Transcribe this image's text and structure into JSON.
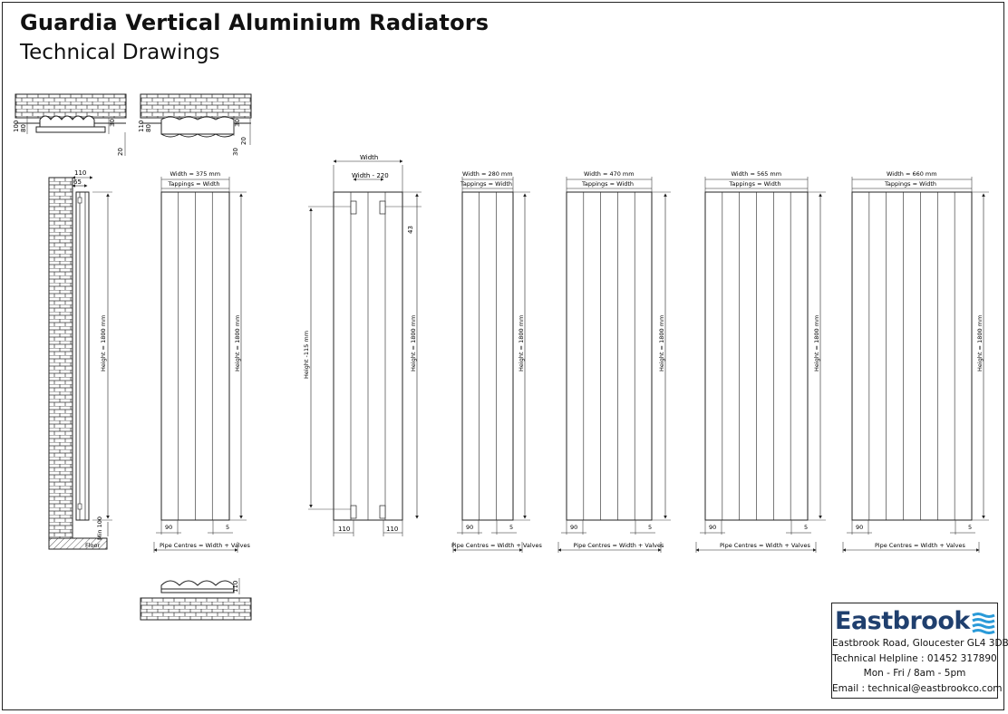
{
  "header": {
    "title": "Guardia Vertical Aluminium Radiators",
    "subtitle": "Technical Drawings"
  },
  "plan_views": {
    "left_dims": [
      "100",
      "80",
      "30",
      "20"
    ],
    "right_dims": [
      "110",
      "80",
      "30",
      "20",
      "30"
    ],
    "bottom_dim": "110"
  },
  "side_view": {
    "depth_outer": "110",
    "depth_inner": "65",
    "height_label": "Height = 1800 mm",
    "min_label": "Min 100",
    "floor_label": "Floor"
  },
  "pipe_view": {
    "width_label": "Width",
    "inner_label": "Width - 220",
    "tapping_height": "Height -115 mm",
    "offset": "43",
    "height_label": "Height = 1800 mm",
    "left_dim": "110",
    "right_dim": "110"
  },
  "elevations": [
    {
      "width_label": "Width = 375 mm",
      "tappings": "Tappings = Width",
      "height_label": "Height = 1800 mm",
      "dim_a": "90",
      "dim_b": "5",
      "pipe": "Pipe Centres = Width + Valves"
    },
    {
      "width_label": "Width = 280 mm",
      "tappings": "Tappings = Width",
      "height_label": "Height = 1800 mm",
      "dim_a": "90",
      "dim_b": "5",
      "pipe": "Pipe Centres = Width + Valves"
    },
    {
      "width_label": "Width = 470 mm",
      "tappings": "Tappings = Width",
      "height_label": "Height = 1800 mm",
      "dim_a": "90",
      "dim_b": "5",
      "pipe": "Pipe Centres = Width + Valves"
    },
    {
      "width_label": "Width = 565 mm",
      "tappings": "Tappings = Width",
      "height_label": "Height = 1800 mm",
      "dim_a": "90",
      "dim_b": "5",
      "pipe": "Pipe Centres = Width + Valves"
    },
    {
      "width_label": "Width = 660 mm",
      "tappings": "Tappings = Width",
      "height_label": "Height = 1800 mm",
      "dim_a": "90",
      "dim_b": "5",
      "pipe": "Pipe Centres = Width + Valves"
    }
  ],
  "company": {
    "name": "Eastbrook",
    "address": "Eastbrook Road, Gloucester GL4 3DB",
    "helpline": "Technical Helpline : 01452 317890",
    "hours": "Mon - Fri / 8am - 5pm",
    "email": "Email : technical@eastbrookco.com",
    "brand_color": "#1f3f6e",
    "logo_icon_color": "#2a9ad8",
    "logo_icon": "wave-lines-icon"
  }
}
